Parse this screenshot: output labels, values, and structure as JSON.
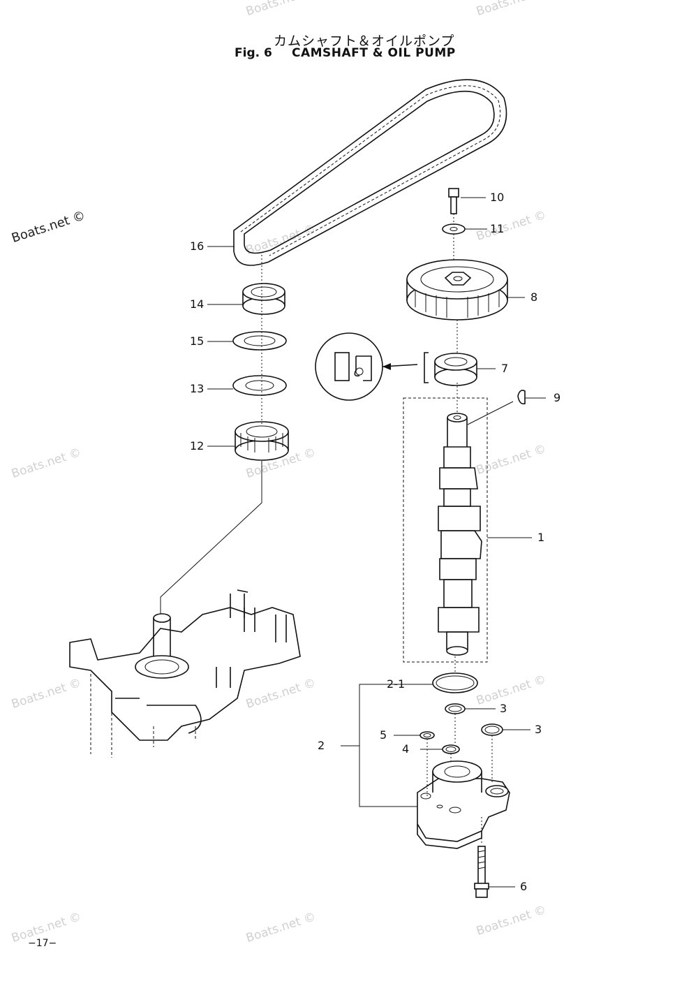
{
  "header": {
    "title_jp": "カムシャフト＆オイルポンプ",
    "fig_number": "Fig. 6",
    "fig_title": "CAMSHAFT & OIL PUMP"
  },
  "watermark": "Boats.net ©",
  "callouts": {
    "c1": "1",
    "c2": "2",
    "c2_1": "2-1",
    "c3a": "3",
    "c3b": "3",
    "c4": "4",
    "c5": "5",
    "c6": "6",
    "c7": "7",
    "c8": "8",
    "c9": "9",
    "c10": "10",
    "c11": "11",
    "c12": "12",
    "c13": "13",
    "c14": "14",
    "c15": "15",
    "c16": "16"
  },
  "page_number": "−17−"
}
